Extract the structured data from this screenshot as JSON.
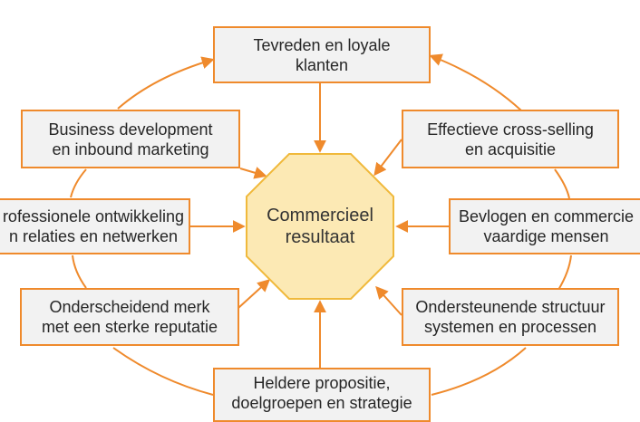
{
  "header": {
    "partial_text": ""
  },
  "diagram": {
    "center": {
      "line1": "Commercieel",
      "line2": "resultaat"
    },
    "nodes": {
      "top": {
        "line1": "Tevreden en loyale",
        "line2": "klanten"
      },
      "upper_left": {
        "line1": "Business development",
        "line2": "en inbound marketing"
      },
      "upper_right": {
        "line1": "Effectieve cross-selling",
        "line2": "en acquisitie"
      },
      "left": {
        "line1": "rofessionele ontwikkeling",
        "line2": "n relaties en netwerken"
      },
      "right": {
        "line1": "Bevlogen en commercie",
        "line2": "vaardige mensen"
      },
      "lower_left": {
        "line1": "Onderscheidend merk",
        "line2": "met een sterke reputatie"
      },
      "lower_right": {
        "line1": "Ondersteunende structuur",
        "line2": "systemen en processen"
      },
      "bottom": {
        "line1": "Heldere propositie,",
        "line2": "doelgroepen en strategie"
      }
    },
    "colors": {
      "accent": "#ef8a2c",
      "box_fill": "#f2f2f2",
      "center_fill": "#fce9b4",
      "center_border": "#f0b93b"
    }
  }
}
